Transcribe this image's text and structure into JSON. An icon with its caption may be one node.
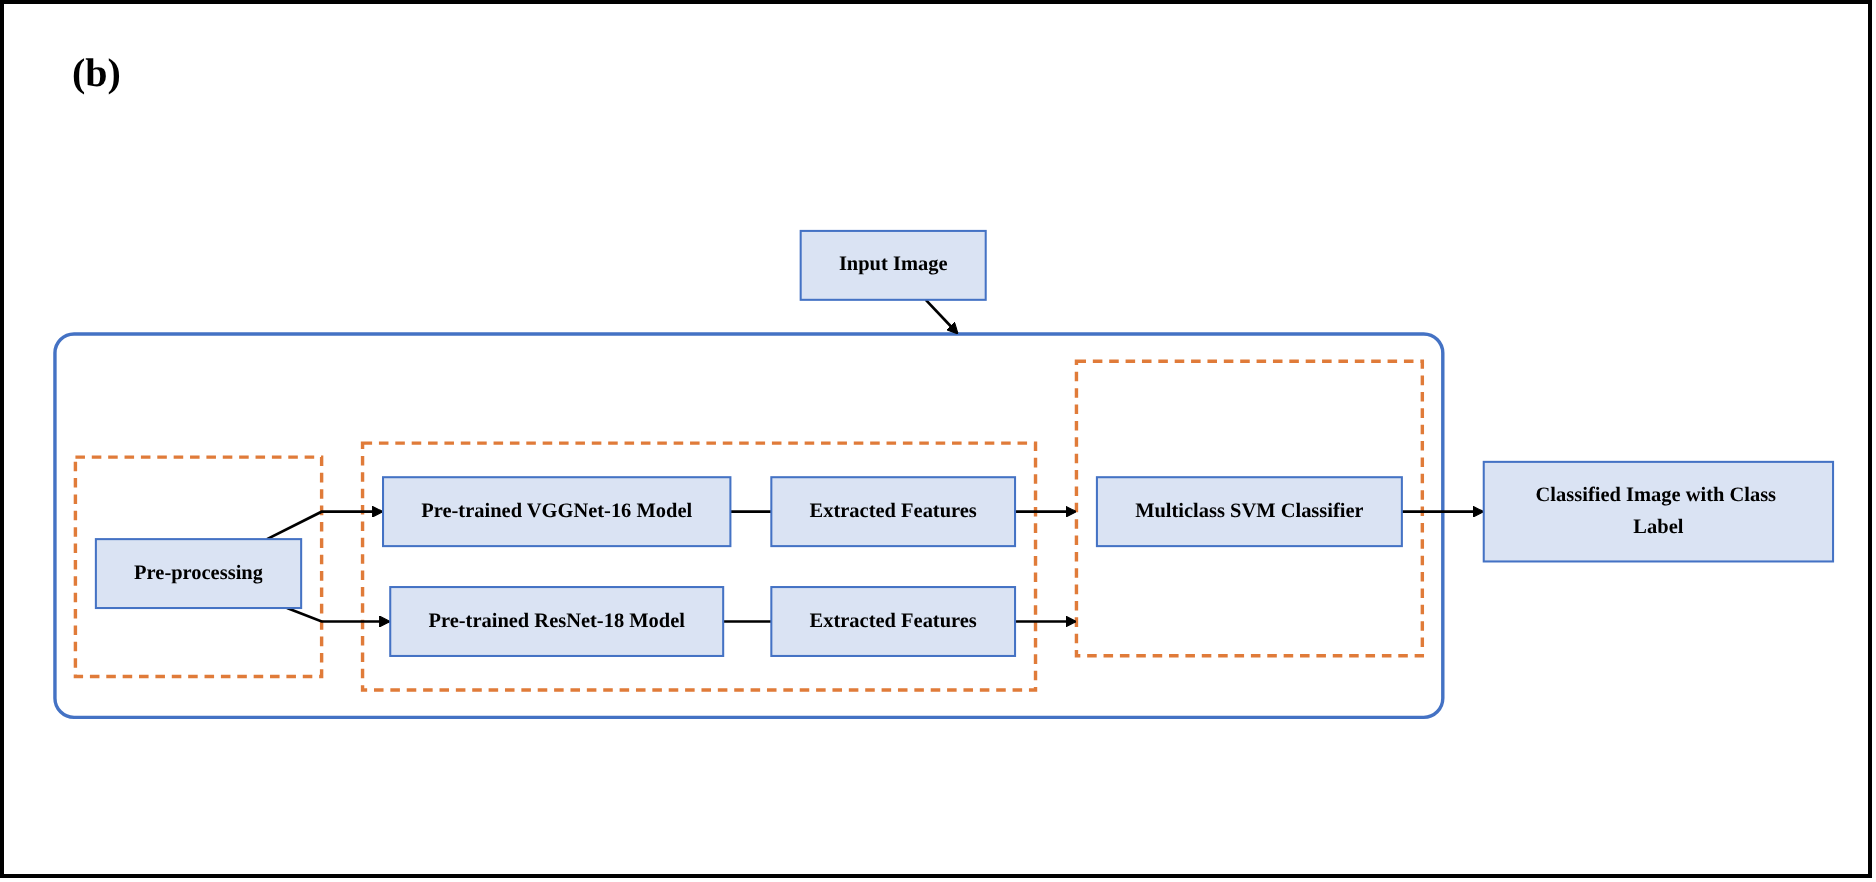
{
  "diagram": {
    "nodes": [
      {
        "text": [
          "Input Image"
        ]
      },
      {
        "text": [],
        "shape": "box"
      },
      {
        "text": [],
        "shape": "box",
        "in": 1
      },
      {
        "text": [
          "Pre-processing"
        ],
        "in": 2
      },
      {
        "text": [],
        "shape": "box",
        "in": 1
      },
      {
        "text": [
          "Pre-trained VGGNet-16 Model"
        ],
        "in": 4
      },
      {
        "text": [
          "Extracted Features"
        ],
        "in": 4
      },
      {
        "text": [
          "Pre-trained ResNet-18 Model"
        ],
        "in": 4
      },
      {
        "text": [
          "Extracted Features"
        ],
        "in": 4
      },
      {
        "text": [],
        "shape": "box",
        "in": 1
      },
      {
        "text": [
          "Multiclass SVM Classifier"
        ],
        "in": 9
      },
      {
        "text": [
          "Classified Image with Class Label"
        ]
      }
    ],
    "edges": [
      {
        "from": 0,
        "to": 1,
        "arrow": "to"
      },
      {
        "from": 3,
        "to": 5,
        "arrow": "to"
      },
      {
        "from": 3,
        "to": 7,
        "arrow": "to"
      },
      {
        "from": 5,
        "to": 6,
        "arrow": "none"
      },
      {
        "from": 7,
        "to": 8,
        "arrow": "none"
      },
      {
        "from": 6,
        "to": 9,
        "arrow": "to"
      },
      {
        "from": 8,
        "to": 9,
        "arrow": "to"
      },
      {
        "from": 10,
        "to": 11,
        "arrow": "to"
      }
    ],
    "labels": [
      "(b)"
    ]
  }
}
